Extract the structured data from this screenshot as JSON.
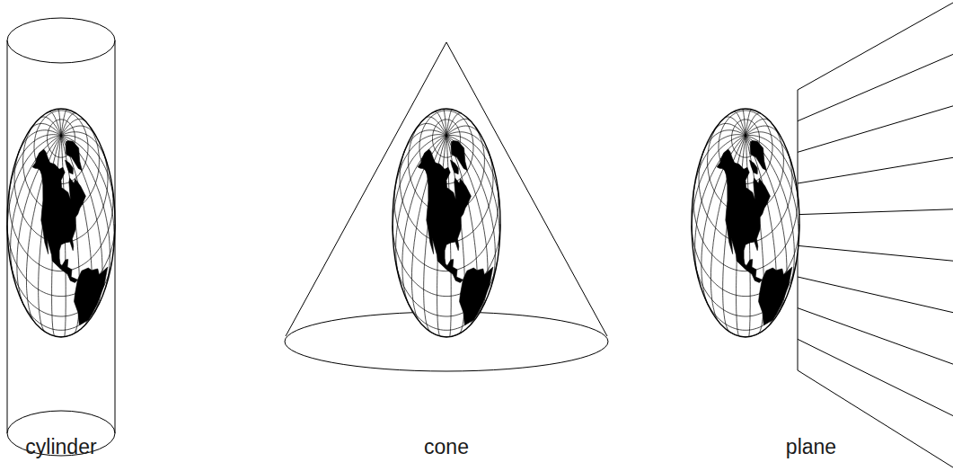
{
  "diagram": {
    "labels": [
      "cylinder",
      "cone",
      "plane"
    ]
  }
}
